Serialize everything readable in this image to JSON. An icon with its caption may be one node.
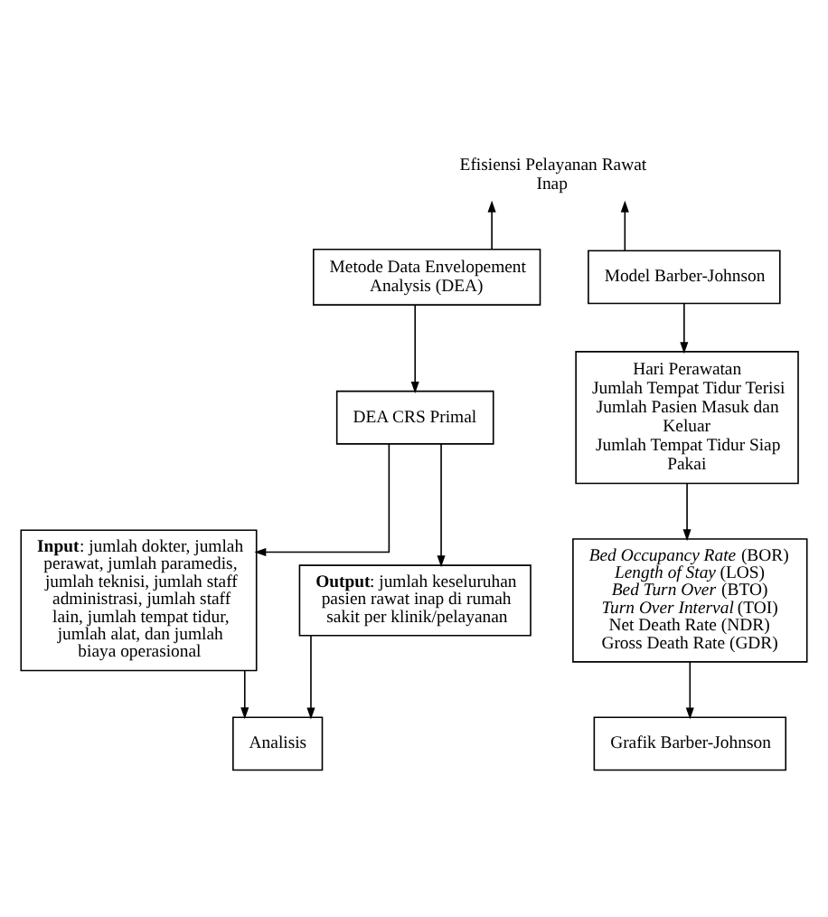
{
  "diagram": {
    "nodes": [
      {
        "text": [
          "Efisiensi Pelayanan Rawat Inap"
        ]
      },
      {
        "text": [
          "Metode Data Envelopement Analysis (DEA)"
        ]
      },
      {
        "text": [
          "Model Barber-Johnson"
        ]
      },
      {
        "text": [
          "DEA CRS Primal"
        ]
      },
      {
        "text": [
          "**Input**: jumlah dokter, jumlah perawat, jumlah paramedis, jumlah teknisi, jumlah staff administrasi, jumlah staff lain, jumlah tempat tidur, jumlah alat, dan jumlah biaya operasional"
        ]
      },
      {
        "text": [
          "**Output**: jumlah keseluruhan pasien rawat inap di rumah sakit per klinik/pelayanan"
        ]
      },
      {
        "text": [
          "Analisis"
        ]
      },
      {
        "text": [
          "Hari Perawatan",
          "Jumlah Tempat Tidur Terisi",
          "Jumlah Pasien Masuk dan Keluar",
          "Jumlah Tempat Tidur Siap Pakai"
        ]
      },
      {
        "text": [
          "*Bed Occupancy Rate* (BOR)",
          "*Length of Stay* (LOS)",
          "*Bed Turn Over* (BTO)",
          "*Turn Over Interval* (TOI)",
          "Net Death Rate (NDR)",
          "Gross Death Rate (GDR)"
        ]
      },
      {
        "text": [
          "Grafik Barber-Johnson"
        ]
      }
    ],
    "edges": [
      {
        "from": 1,
        "to": 0,
        "arrow": "to"
      },
      {
        "from": 2,
        "to": 0,
        "arrow": "to"
      },
      {
        "from": 1,
        "to": 3,
        "arrow": "to"
      },
      {
        "from": 3,
        "to": 4,
        "arrow": "to"
      },
      {
        "from": 3,
        "to": 5,
        "arrow": "to"
      },
      {
        "from": 5,
        "to": 6,
        "arrow": "to"
      },
      {
        "from": 4,
        "to": 6,
        "arrow": "to"
      },
      {
        "from": 2,
        "to": 7,
        "arrow": "to"
      },
      {
        "from": 7,
        "to": 8,
        "arrow": "to"
      },
      {
        "from": 8,
        "to": 9,
        "arrow": "to"
      }
    ]
  }
}
